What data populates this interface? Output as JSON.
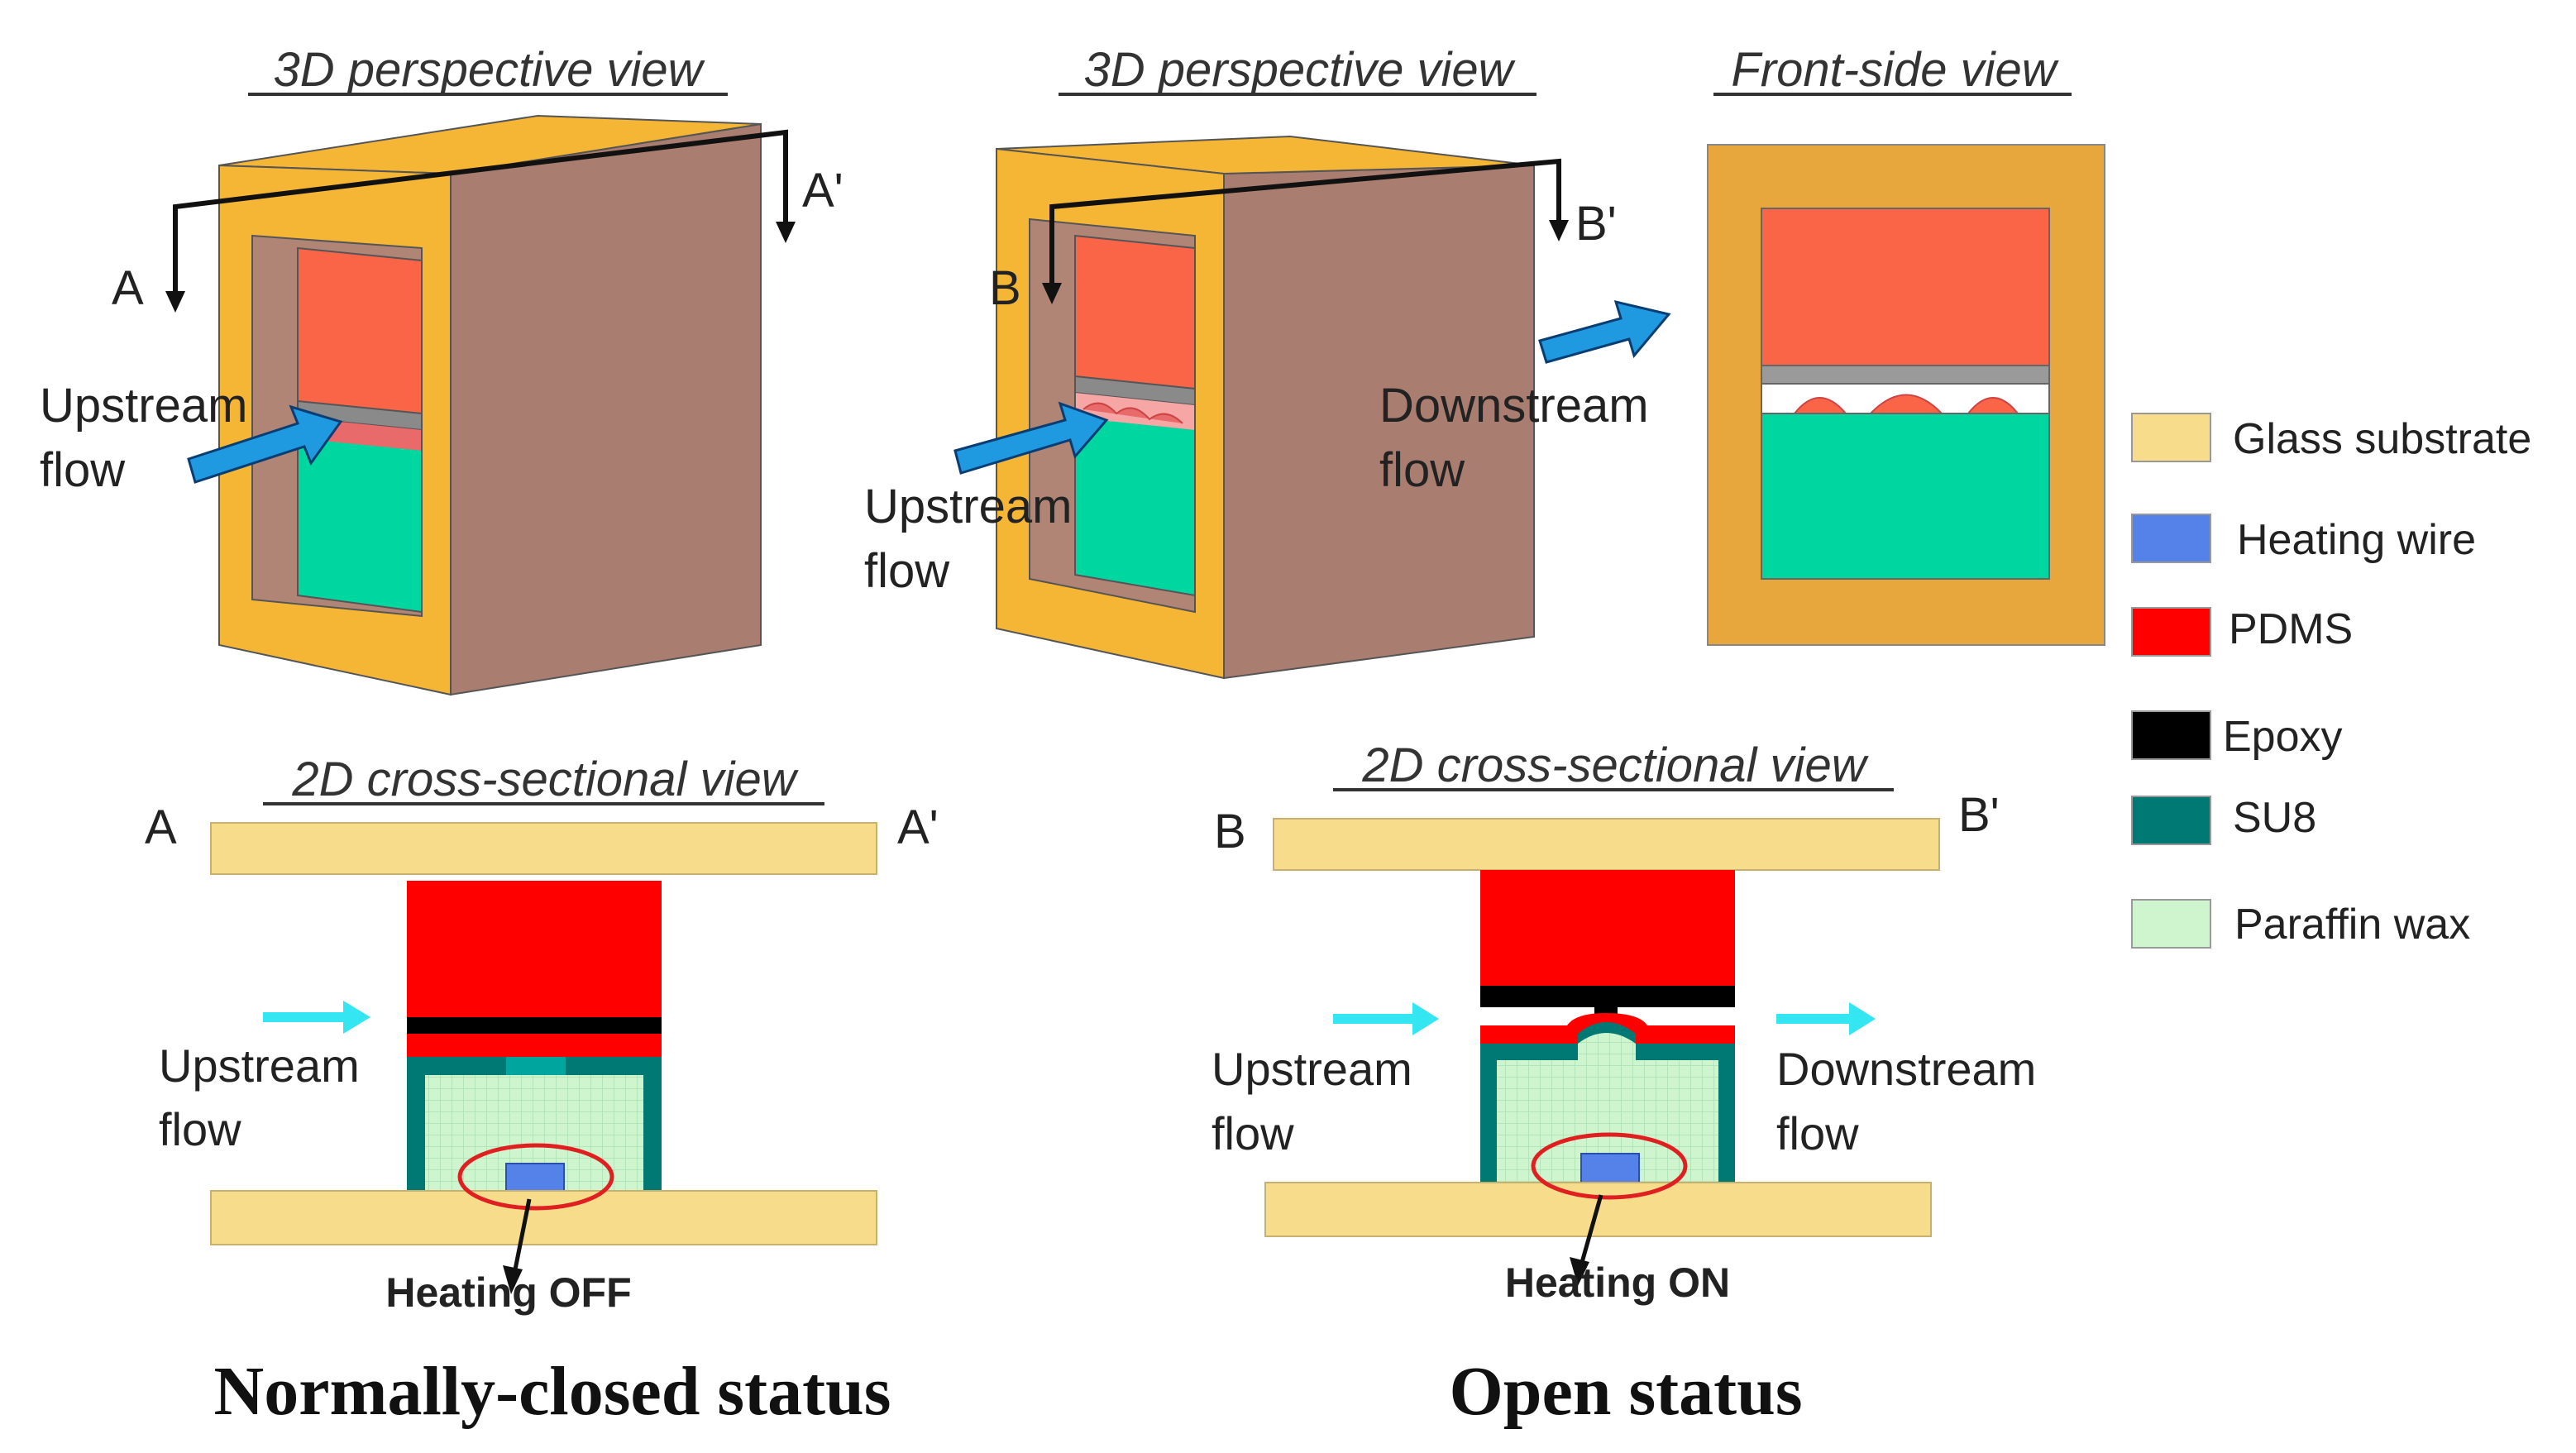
{
  "panels": {
    "persp_a": {
      "title": "3D perspective view",
      "cut_start": "A",
      "cut_end": "A'",
      "flow": [
        "Upstream",
        "flow"
      ]
    },
    "persp_b": {
      "title": "3D perspective view",
      "cut_start": "B",
      "cut_end": "B'",
      "flow_down": [
        "Downstream",
        "flow"
      ],
      "flow_up": [
        "Upstream",
        "flow"
      ]
    },
    "front": {
      "title": "Front-side view"
    },
    "cross_a": {
      "title": "2D cross-sectional view",
      "left": "A",
      "right": "A'",
      "flow": [
        "Upstream",
        "flow"
      ],
      "heating": "Heating OFF"
    },
    "cross_b": {
      "title": "2D cross-sectional view",
      "left": "B",
      "right": "B'",
      "flow_up": [
        "Upstream",
        "flow"
      ],
      "flow_down": [
        "Downstream",
        "flow"
      ],
      "heating": "Heating ON"
    }
  },
  "status": {
    "left": "Normally-closed status",
    "right": "Open status"
  },
  "legend": [
    {
      "label": "Glass substrate",
      "color": "#F7DC8B"
    },
    {
      "label": "Heating wire",
      "color": "#5582E8"
    },
    {
      "label": "PDMS",
      "color": "#FF0000"
    },
    {
      "label": "Epoxy",
      "color": "#000000"
    },
    {
      "label": "SU8",
      "color": "#007873"
    },
    {
      "label": "Paraffin wax",
      "color": "#CFF5CF"
    }
  ],
  "colors": {
    "frame": "#F6B635",
    "frame_front": "#E8A73C",
    "brown": "#AA7D71",
    "pdms_3d": "#F96546",
    "wax_3d": "#00D7A0",
    "flow_arrow_3d": "#1F9AE0",
    "flow_arrow_2d": "#33E6F2"
  },
  "icons": [
    "flow-arrow-icon",
    "heating-circle-icon"
  ]
}
